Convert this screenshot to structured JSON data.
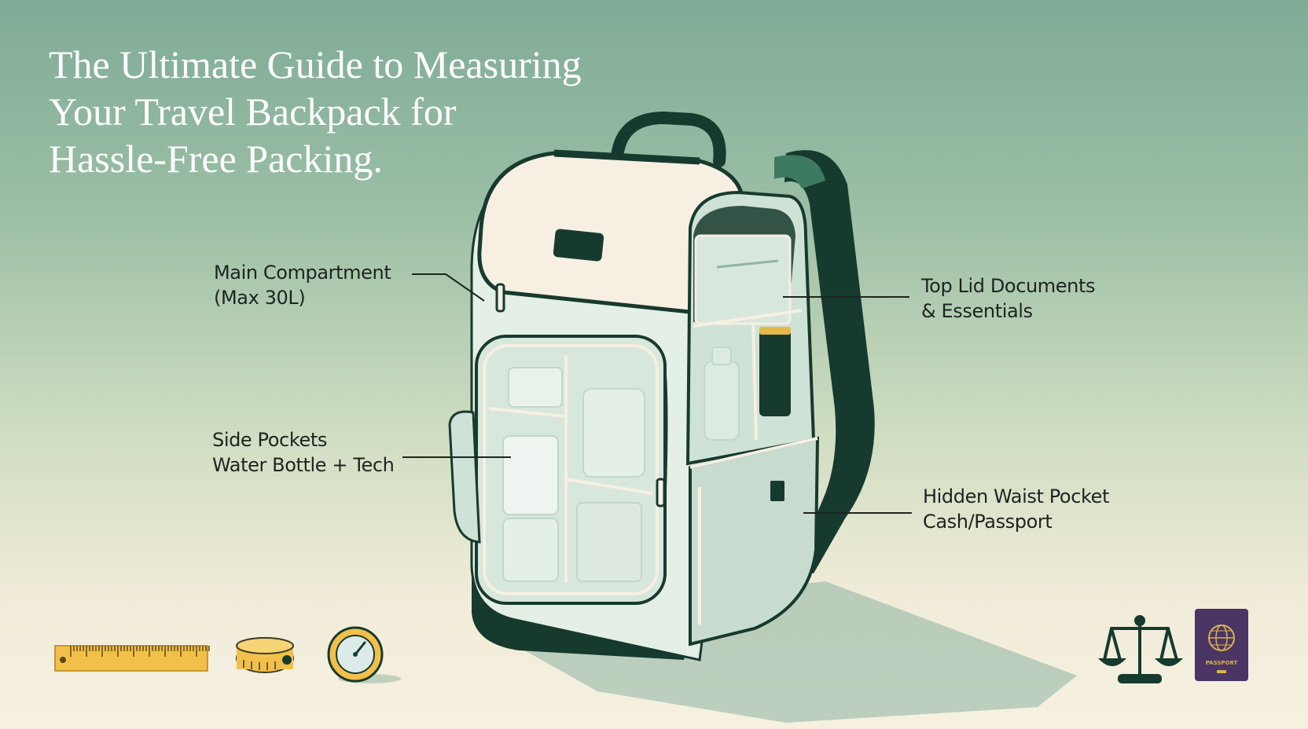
{
  "title": {
    "lines": [
      "The Ultimate Guide to Measuring",
      "Your Travel Backpack for",
      "Hassle-Free Packing."
    ]
  },
  "callouts": {
    "main_compartment": {
      "line1": "Main Compartment",
      "line2": "(Max 30L)"
    },
    "side_pockets": {
      "line1": "Side Pockets",
      "line2": "Water Bottle + Tech"
    },
    "top_lid": {
      "line1": "Top Lid Documents",
      "line2": "& Essentials"
    },
    "waist_pocket": {
      "line1": "Hidden Waist Pocket",
      "line2": "Cash/Passport"
    }
  },
  "passport": {
    "label": "PASSPORT"
  },
  "colors": {
    "dark_green": "#173a2e",
    "pale_green": "#d7e7dc",
    "cream": "#f6efe2",
    "ruler_yellow": "#f2c04a",
    "passport_purple": "#4a3565"
  },
  "icons": [
    "ruler-icon",
    "tape-measure-icon",
    "dial-gauge-icon",
    "balance-scale-icon",
    "passport-icon"
  ]
}
